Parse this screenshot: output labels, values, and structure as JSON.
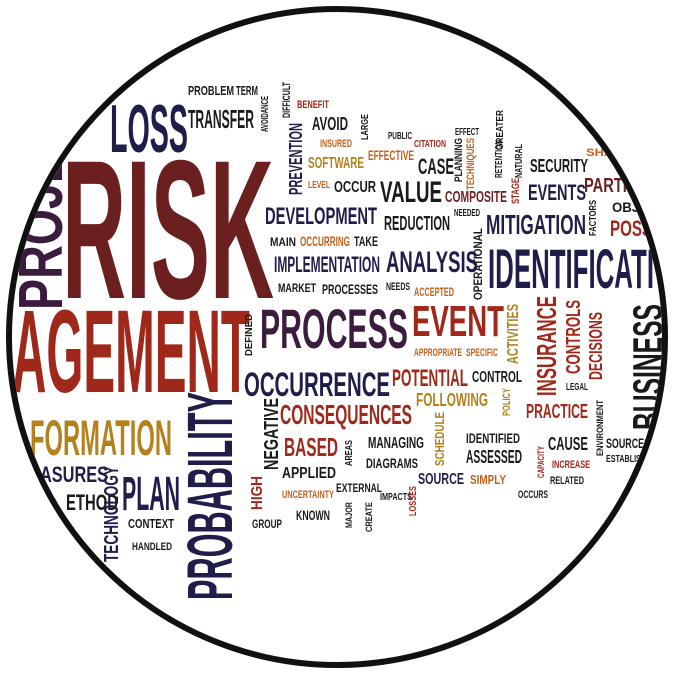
{
  "colors": {
    "background": "#ffffff",
    "ring": "#111111",
    "maroon": "#6b1f1f",
    "navy": "#1f1d4a",
    "purple": "#3b1c3e",
    "red": "#a0281a",
    "gold": "#b5811c",
    "orange": "#c5611a",
    "olive": "#7a5a1e",
    "dark": "#1a1a1a"
  },
  "words": {
    "risk": "RISK",
    "management": "AGEMENT",
    "project": "PROJECT",
    "loss": "LOSS",
    "information": "FORMATION",
    "measures": "ASURES",
    "method": "ETHOD",
    "technology": "TECHNOLOGY",
    "plan": "PLAN",
    "context": "CONTEXT",
    "handled": "HANDLED",
    "probability": "PROBABILITY",
    "problem": "PROBLEM",
    "term": "TERM",
    "avoidance": "AVOIDANCE",
    "difficult": "DIFFICULT",
    "benefit": "BENEFIT",
    "transfer": "TRANSFER",
    "avoid": "AVOID",
    "insured": "INSURED",
    "large": "LARGE",
    "public": "PUBLIC",
    "effect": "EFFECT",
    "citation": "CITATION",
    "greater": "GREATER",
    "prevention": "PREVENTION",
    "software": "SOFTWARE",
    "effective": "EFFECTIVE",
    "level": "LEVEL",
    "occur": "OCCUR",
    "case": "CASE",
    "planning": "PLANNING",
    "techniques": "TECHNIQUES",
    "retention": "RETENTION",
    "natural": "NATURAL",
    "security": "SECURITY",
    "sharing": "SHARI",
    "particular": "PARTICU",
    "objective": "OBJE",
    "possible": "POSS",
    "value": "VALUE",
    "composite": "COMPOSITE",
    "stage": "STAGE",
    "events": "EVENTS",
    "factors": "FACTORS",
    "development": "DEVELOPMENT",
    "reduction": "REDUCTION",
    "needed": "NEEDED",
    "mitigation": "MITIGATION",
    "main": "MAIN",
    "occurring": "OCCURRING",
    "take": "TAKE",
    "operational": "OPERATIONAL",
    "identification": "IDENTIFICATI",
    "implementation": "IMPLEMENTATION",
    "analysis": "ANALYSIS",
    "market": "MARKET",
    "processes": "PROCESSES",
    "needs": "NEEDS",
    "process": "PROCESS",
    "event": "EVENT",
    "accepted": "ACCEPTED",
    "defined": "DEFINED",
    "appropriate": "APPROPRIATE",
    "specific": "SPECIFIC",
    "activities": "ACTIVITIES",
    "insurance": "INSURANCE",
    "controls": "CONTROLS",
    "decisions": "DECISIONS",
    "business": "BUSINESS",
    "occurrence": "OCCURRENCE",
    "potential": "POTENTIAL",
    "control": "CONTROL",
    "policy": "POLICY",
    "legal": "LEGAL",
    "negative": "NEGATIVE",
    "consequences": "CONSEQUENCES",
    "following": "FOLLOWING",
    "practice": "PRACTICE",
    "environment": "ENVIRONMENT",
    "schedule": "SCHEDULE",
    "based": "BASED",
    "managing": "MANAGING",
    "identified": "IDENTIFIED",
    "assessed": "ASSESSED",
    "cause": "CAUSE",
    "sources": "SOURCES",
    "establish": "ESTABLISH",
    "high": "HIGH",
    "applied": "APPLIED",
    "areas": "AREAS",
    "diagrams": "DIAGRAMS",
    "source": "SOURCE",
    "simply": "SIMPLY",
    "capacity": "CAPACITY",
    "increase": "INCREASE",
    "related": "RELATED",
    "uncertainty": "UNCERTAINTY",
    "external": "EXTERNAL",
    "impacts": "IMPACTS",
    "losses": "LOSSES",
    "occurs": "OCCURS",
    "group": "GROUP",
    "known": "KNOWN",
    "major": "MAJOR",
    "create": "CREATE"
  }
}
